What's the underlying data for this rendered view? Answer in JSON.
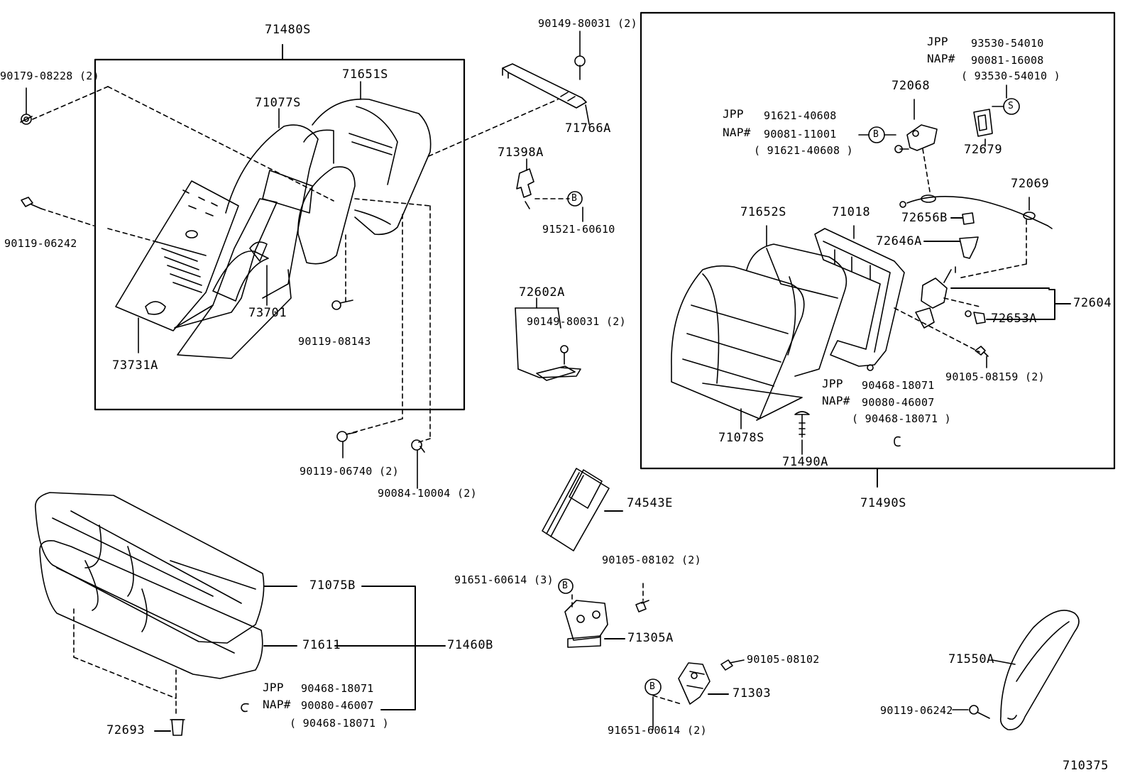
{
  "assemblies": {
    "rh_seatback_assy": "71480S",
    "lh_seatback_assy": "71490S",
    "cushion_assy": "71460B"
  },
  "parts": {
    "p_90179_08228": "90179-08228 (2)",
    "p_90119_06242_l": "90119-06242",
    "p_71651S": "71651S",
    "p_71077S": "71077S",
    "p_73701": "73701",
    "p_73731A": "73731A",
    "p_90119_08143": "90119-08143",
    "p_90119_06740": "90119-06740 (2)",
    "p_90084_10004": "90084-10004 (2)",
    "p_90149_80031_top": "90149-80031 (2)",
    "p_71766A": "71766A",
    "p_71398A": "71398A",
    "p_91521_60610": "91521-60610",
    "p_72602A": "72602A",
    "p_90149_80031_mid": "90149-80031 (2)",
    "p_74543E": "74543E",
    "p_90105_08102_2": "90105-08102 (2)",
    "p_91651_60614_3": "91651-60614 (3)",
    "p_71305A": "71305A",
    "p_90105_08102": "90105-08102",
    "p_71303": "71303",
    "p_91651_60614_2": "91651-60614 (2)",
    "p_71075B": "71075B",
    "p_71611": "71611",
    "p_72693": "72693",
    "p_72068": "72068",
    "p_72679": "72679",
    "p_72069": "72069",
    "p_71652S": "71652S",
    "p_71018": "71018",
    "p_72656B": "72656B",
    "p_72646A": "72646A",
    "p_72604": "72604",
    "p_72653A": "72653A",
    "p_90105_08159": "90105-08159 (2)",
    "p_71078S": "71078S",
    "p_71490A": "71490A",
    "p_71550A": "71550A",
    "p_90119_06242_r": "90119-06242"
  },
  "alt_numbers": {
    "jpp_prefix": "JPP",
    "nap_prefix": "NAP#",
    "s_jpp": "93530-54010",
    "s_nap": "90081-16008",
    "s_paren": "( 93530-54010 )",
    "b1_jpp": "91621-40608",
    "b1_nap": "90081-11001",
    "b1_paren": "( 91621-40608 )",
    "back_jpp": "90468-18071",
    "back_nap": "90080-46007",
    "back_paren": "( 90468-18071 )",
    "cush_jpp": "90468-18071",
    "cush_nap": "90080-46007",
    "cush_paren": "( 90468-18071 )"
  },
  "markers": {
    "b": "B",
    "s": "S"
  },
  "figure_number": "710375"
}
